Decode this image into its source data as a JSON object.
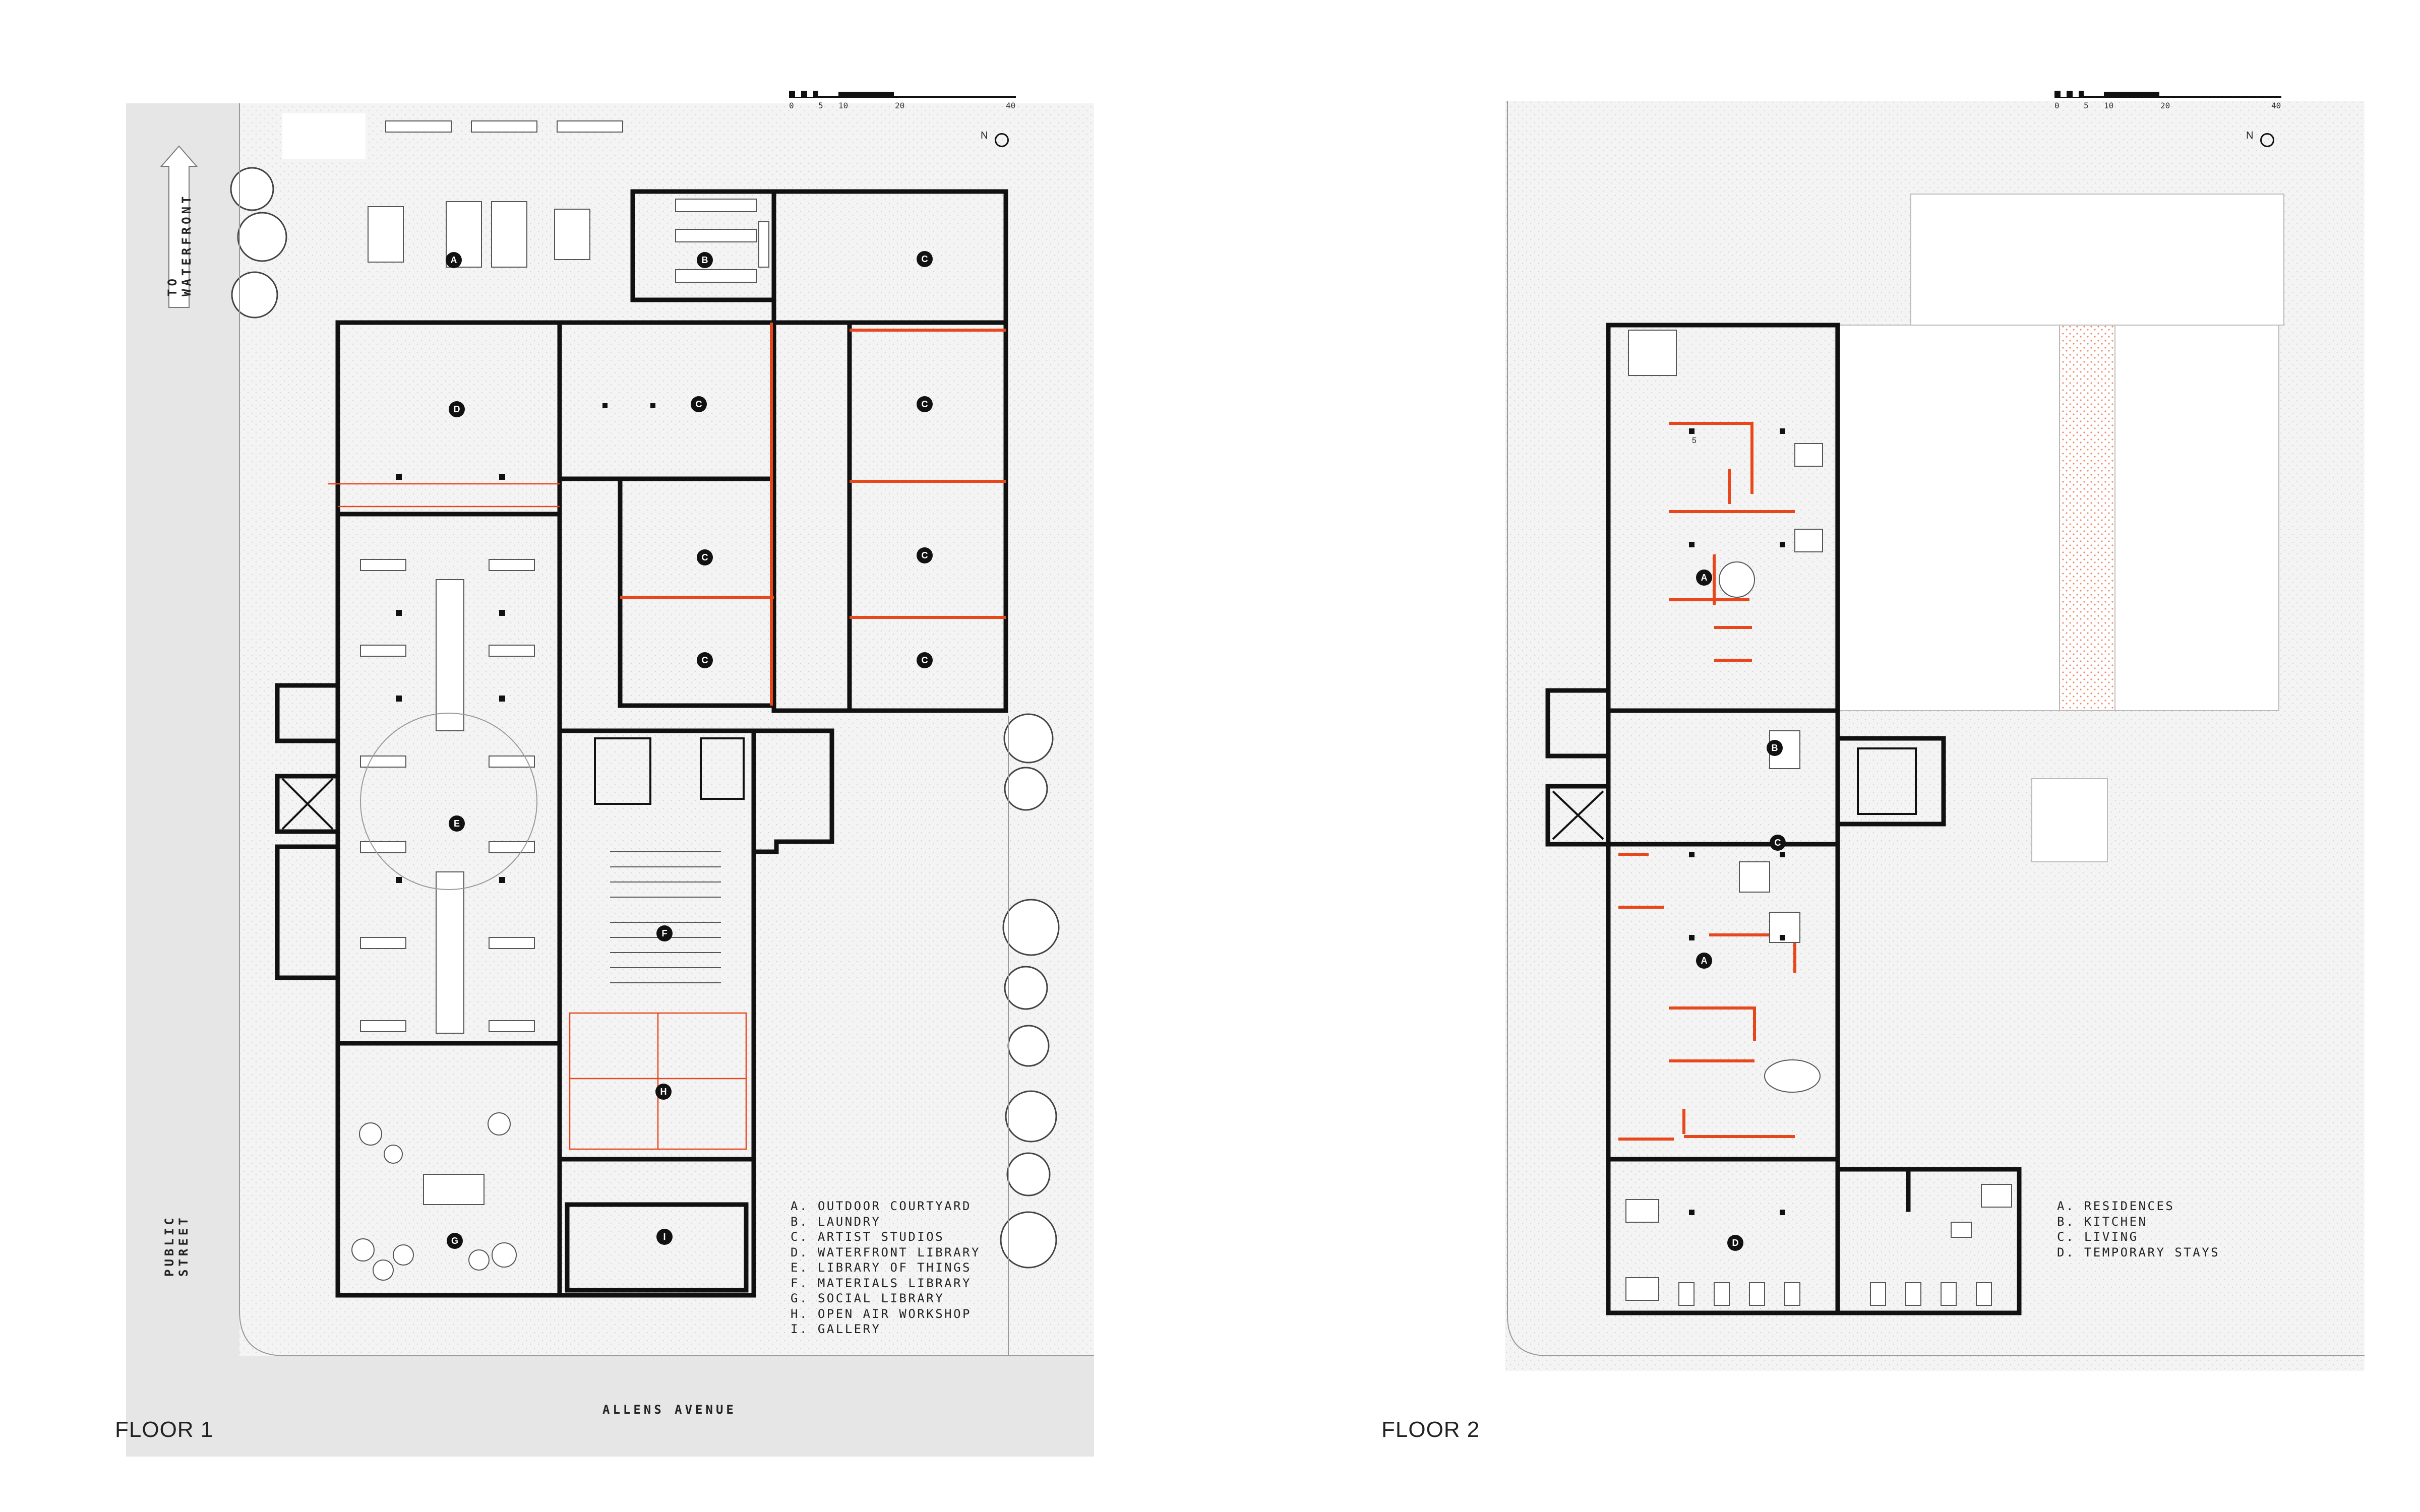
{
  "floor1": {
    "label": "FLOOR 1",
    "street_waterfront": "TO WATERFRONT",
    "street_public": "PUBLIC STREET",
    "street_avenue": "ALLENS AVENUE",
    "scale_ticks": [
      "0",
      "5",
      "10",
      "20",
      "40"
    ],
    "north": "N",
    "legend": [
      "A. OUTDOOR COURTYARD",
      "B. LAUNDRY",
      "C. ARTIST STUDIOS",
      "D. WATERFRONT LIBRARY",
      "E. LIBRARY OF THINGS",
      "F. MATERIALS LIBRARY",
      "G. SOCIAL LIBRARY",
      "H. OPEN AIR WORKSHOP",
      "I. GALLERY"
    ],
    "markers": [
      "A",
      "B",
      "C",
      "D",
      "E",
      "F",
      "G",
      "H",
      "I"
    ]
  },
  "floor2": {
    "label": "FLOOR 2",
    "scale_ticks": [
      "0",
      "5",
      "10",
      "20",
      "40"
    ],
    "north": "N",
    "legend": [
      "A. RESIDENCES",
      "B. KITCHEN",
      "C. LIVING",
      "D. TEMPORARY STAYS"
    ],
    "markers": [
      "A",
      "B",
      "C",
      "D"
    ],
    "room_number": "5"
  },
  "colors": {
    "wall": "#111111",
    "accent": "#e8461b",
    "street": "#e6e6e6",
    "paving": "#f3f3f3"
  }
}
